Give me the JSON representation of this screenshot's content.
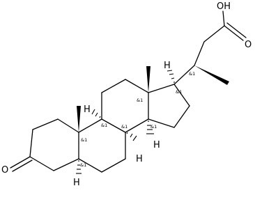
{
  "molecule": {
    "atoms": {
      "oh": "OH",
      "o_acid": "O",
      "o_ketone": "O",
      "h_c17": "H",
      "h_c9": "H",
      "h_c14": "H",
      "h_c8": "H",
      "h_c5": "H"
    },
    "stereo_labels": {
      "c20": "&1",
      "c17": "&1",
      "c13": "&1",
      "c9": "&1",
      "c10": "&1",
      "c8": "&1",
      "c14": "&1",
      "c5": "&1"
    }
  },
  "colors": {
    "bond": "#000000",
    "background": "#ffffff"
  }
}
